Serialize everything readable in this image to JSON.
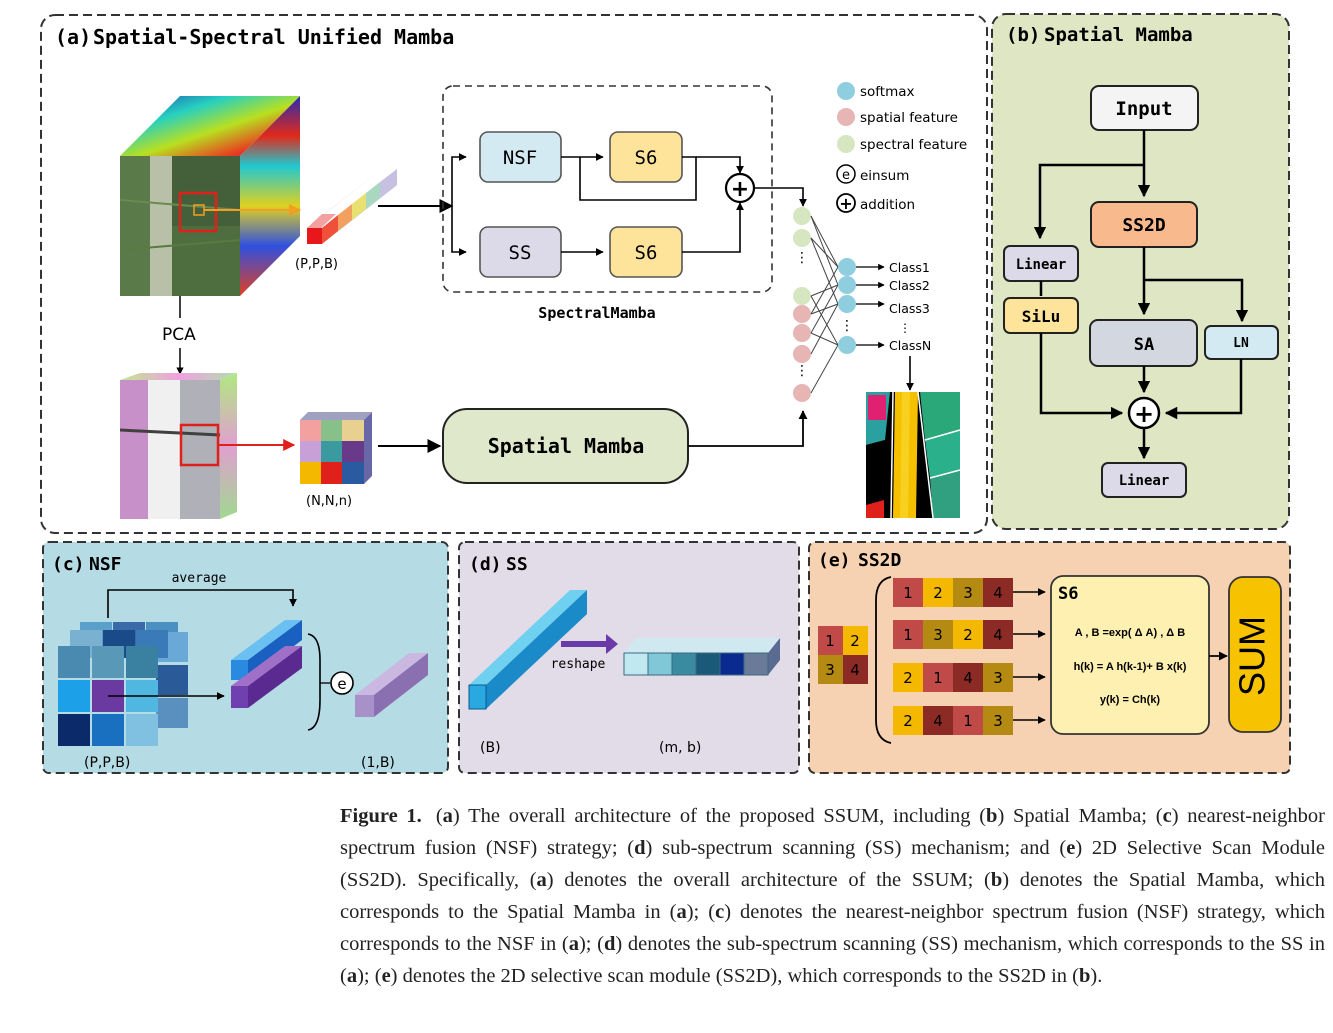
{
  "panels": {
    "a": {
      "tag": "(a)",
      "title": "Spatial-Spectral Unified Mamba"
    },
    "b": {
      "tag": "(b)",
      "title": "Spatial Mamba"
    },
    "c": {
      "tag": "(c)",
      "title": "NSF"
    },
    "d": {
      "tag": "(d)",
      "title": "SS"
    },
    "e": {
      "tag": "(e)",
      "title": "SS2D"
    }
  },
  "panel_a": {
    "cube_dims": "(P,P,B)",
    "pca": "PCA",
    "patch_dims": "(N,N,n)",
    "nsf": "NSF",
    "ss": "SS",
    "s6_top": "S6",
    "s6_bottom": "S6",
    "spectral_mamba": "SpectralMamba",
    "spatial_mamba": "Spatial Mamba",
    "legend": {
      "softmax": "softmax",
      "spatial_feature": "spatial feature",
      "spectral_feature": "spectral feature",
      "einsum": "einsum",
      "addition": "addition",
      "einsum_symbol": "e",
      "addition_symbol": "+"
    },
    "classes": [
      "Class1",
      "Class2",
      "Class3",
      "ClassN"
    ]
  },
  "panel_b": {
    "input": "Input",
    "ss2d": "SS2D",
    "linear_left": "Linear",
    "silu": "SiLu",
    "sa": "SA",
    "ln": "LN",
    "linear_bottom": "Linear"
  },
  "panel_c": {
    "average": "average",
    "dims_left": "(P,P,B)",
    "dims_right": "(1,B)",
    "einsum_symbol": "e"
  },
  "panel_d": {
    "reshape": "reshape",
    "dims_left": "(B)",
    "dims_right": "(m, b)"
  },
  "panel_e": {
    "input_grid": [
      "1",
      "2",
      "3",
      "4"
    ],
    "sequences": [
      [
        "1",
        "2",
        "3",
        "4"
      ],
      [
        "1",
        "3",
        "2",
        "4"
      ],
      [
        "2",
        "1",
        "4",
        "3"
      ],
      [
        "2",
        "4",
        "1",
        "3"
      ]
    ],
    "s6_title": "S6",
    "eq1": "A , B =exp( Δ A) , Δ B",
    "eq2": "h(k) = A h(k-1)+ B x(k)",
    "eq3": "y(k) = Ch(k)",
    "sum": "SUM"
  },
  "colors": {
    "spatial_panel_bg": "#dfe6c4",
    "nsf_panel_bg": "#b5dbe5",
    "ss_panel_bg": "#e2dbe8",
    "ss2d_panel_bg": "#f7d2b2",
    "nsf_box": "#d4eaf2",
    "ss_box": "#dcd9e8",
    "s6_box": "#fde49a",
    "ss2d_box": "#f8b98c",
    "softmax_dot": "#8fcedf",
    "spatial_dot": "#e8b5b5",
    "spectral_dot": "#d6e6c0",
    "cell_1": "#bf4a47",
    "cell_2": "#f5b800",
    "cell_3": "#b58a12",
    "cell_4": "#8c2a26"
  },
  "caption": {
    "label": "Figure 1.",
    "segments": [
      {
        "t": "(",
        "b": false
      },
      {
        "t": "a",
        "b": true
      },
      {
        "t": ") The overall architecture of the proposed SSUM, including (",
        "b": false
      },
      {
        "t": "b",
        "b": true
      },
      {
        "t": ") Spatial Mamba; (",
        "b": false
      },
      {
        "t": "c",
        "b": true
      },
      {
        "t": ") nearest-neighbor spectrum fusion (NSF) strategy; (",
        "b": false
      },
      {
        "t": "d",
        "b": true
      },
      {
        "t": ") sub-spectrum scanning (SS) mechanism; and (",
        "b": false
      },
      {
        "t": "e",
        "b": true
      },
      {
        "t": ") 2D Selective Scan Module (SS2D). Specifically, (",
        "b": false
      },
      {
        "t": "a",
        "b": true
      },
      {
        "t": ") denotes the overall architecture of the SSUM; (",
        "b": false
      },
      {
        "t": "b",
        "b": true
      },
      {
        "t": ") denotes the Spatial Mamba, which corresponds to the Spatial Mamba in (",
        "b": false
      },
      {
        "t": "a",
        "b": true
      },
      {
        "t": "); (",
        "b": false
      },
      {
        "t": "c",
        "b": true
      },
      {
        "t": ") denotes the nearest-neighbor spectrum fusion (NSF) strategy, which corresponds to the NSF in (",
        "b": false
      },
      {
        "t": "a",
        "b": true
      },
      {
        "t": "); (",
        "b": false
      },
      {
        "t": "d",
        "b": true
      },
      {
        "t": ") denotes the sub-spectrum scanning (SS) mechanism, which corresponds to the SS in (",
        "b": false
      },
      {
        "t": "a",
        "b": true
      },
      {
        "t": "); (",
        "b": false
      },
      {
        "t": "e",
        "b": true
      },
      {
        "t": ") denotes the 2D selective scan module (SS2D), which corresponds to the SS2D in (",
        "b": false
      },
      {
        "t": "b",
        "b": true
      },
      {
        "t": ").",
        "b": false
      }
    ]
  }
}
